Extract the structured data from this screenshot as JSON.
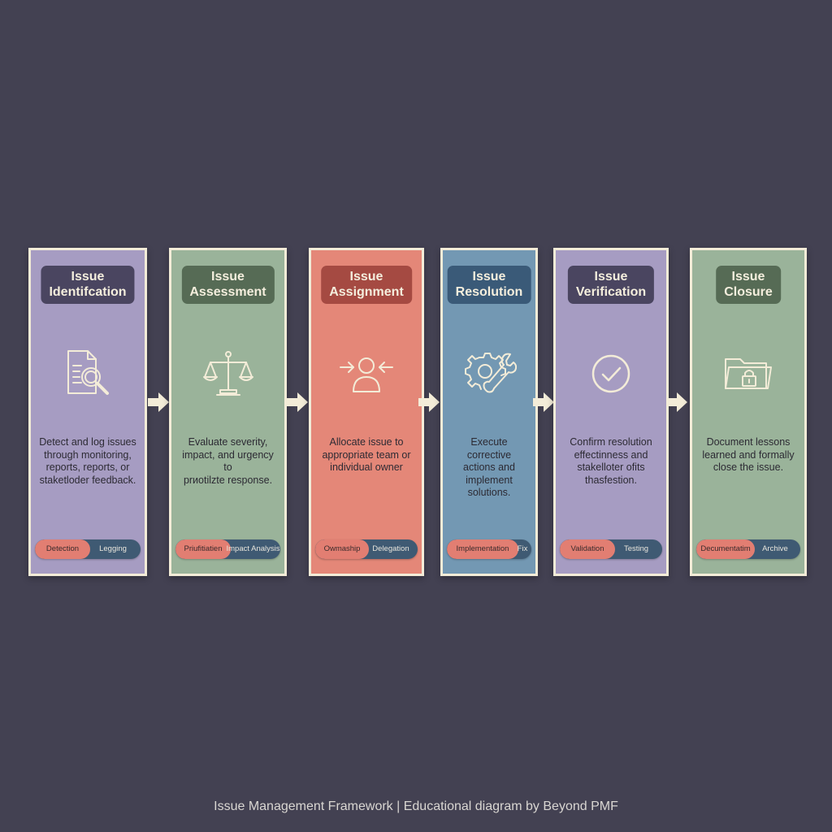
{
  "colors": {
    "background": "#434152",
    "card_border": "#f3ecd8",
    "purple_card": "#a69cc2",
    "green_card": "#9ab39a",
    "red_card": "#e48778",
    "blue_card": "#7398b3",
    "pill_left": "#e27e72",
    "pill_right": "#3f5a73"
  },
  "stages": [
    {
      "title_line1": "Issue",
      "title_line2": "Identifcation",
      "icon": "document-magnifier-icon",
      "desc": [
        "Detect and log issues",
        "through monitoring,",
        "reports, reports, or",
        "staketloder feedback."
      ],
      "tag_left": "Detection",
      "tag_right": "Legging"
    },
    {
      "title_line1": "Issue",
      "title_line2": "Assessment",
      "icon": "balance-scale-icon",
      "desc": [
        "Evaluate severity,",
        "impact, and urgency to",
        "prиotilzte response."
      ],
      "tag_left": "Priufitiatien",
      "tag_right": "Impact Analysis"
    },
    {
      "title_line1": "Issue",
      "title_line2": "Assignment",
      "icon": "person-target-icon",
      "desc": [
        "Allocate issue to",
        "appropriate team or",
        "individual owner"
      ],
      "tag_left": "Owmaship",
      "tag_right": "Delegation"
    },
    {
      "title_line1": "Issue",
      "title_line2": "Resolution",
      "icon": "gear-wrench-icon",
      "desc": [
        "Execute corrective",
        "actions and",
        "implement",
        "solutions."
      ],
      "tag_left": "Implementation",
      "tag_right": "Fix"
    },
    {
      "title_line1": "Issue",
      "title_line2": "Verification",
      "icon": "check-circle-icon",
      "desc": [
        "Confirm resolution",
        "effectinness and",
        "stakelloter ofits",
        "thasfestion."
      ],
      "tag_left": "Validation",
      "tag_right": "Testing"
    },
    {
      "title_line1": "Issue",
      "title_line2": "Closure",
      "icon": "locked-folder-icon",
      "desc": [
        "Document lessons",
        "learned and formally",
        "close the issue."
      ],
      "tag_left": "Decumentatim",
      "tag_right": "Archive"
    }
  ],
  "caption": "Issue Management Framework | Educational diagram by Beyond PMF"
}
